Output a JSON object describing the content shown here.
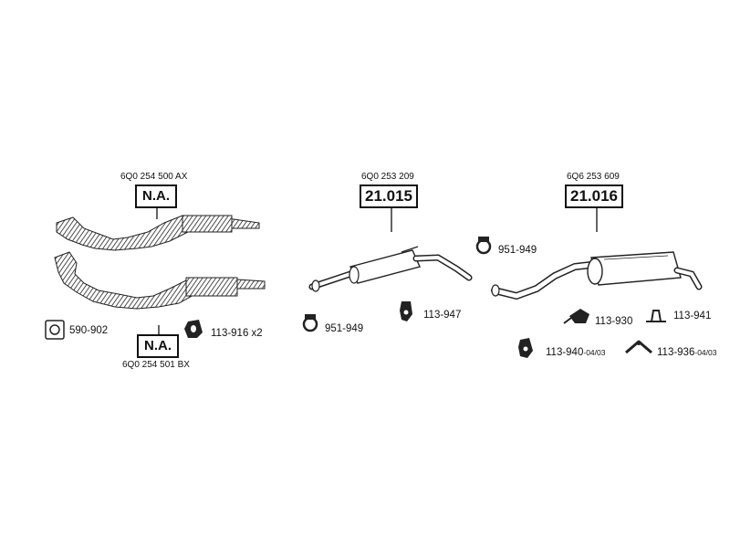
{
  "parts": {
    "front_pipe": {
      "oem": "6Q0 254 500 AX",
      "code": "N.A."
    },
    "front_pipe_alt": {
      "oem": "6Q0 254 501 BX",
      "code": "N.A."
    },
    "middle_silencer": {
      "oem": "6Q0 253 209",
      "code": "21.015"
    },
    "rear_silencer": {
      "oem": "6Q6 253 609",
      "code": "21.016"
    }
  },
  "accessories": {
    "gasket": "590-902",
    "rubber_mount_front": "113-916 x2",
    "clamp_middle": "951-949",
    "mount_middle": "113-947",
    "clamp_rear": "951-949",
    "mount_rear_a": "113-930",
    "mount_rear_b": "113-941",
    "mount_rear_c": "113-940",
    "mount_rear_c_note": "-04/03",
    "mount_rear_d": "113-936",
    "mount_rear_d_note": "-04/03"
  }
}
